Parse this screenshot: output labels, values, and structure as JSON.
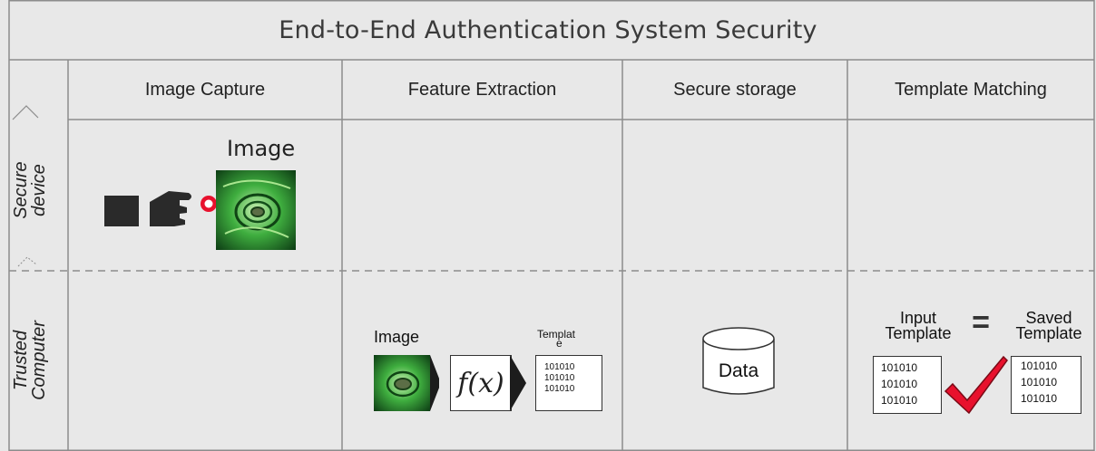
{
  "title": "End-to-End Authentication System Security",
  "columns": [
    "Image Capture",
    "Feature Extraction",
    "Secure storage",
    "Template Matching"
  ],
  "rows": {
    "secure_device": [
      "Secure",
      "device"
    ],
    "trusted_computer": [
      "Trusted",
      "Computer"
    ]
  },
  "capture": {
    "image_label": "Image"
  },
  "extraction": {
    "image_label": "Image",
    "function_label": "f(x)",
    "template_label": "Templat",
    "template_label_wrap": "e",
    "template_bits": [
      "101010",
      "101010",
      "101010"
    ]
  },
  "storage": {
    "data_label": "Data"
  },
  "matching": {
    "input_label": [
      "Input",
      "Template"
    ],
    "equals": "=",
    "saved_label": [
      "Saved",
      "Template"
    ],
    "input_bits": [
      "101010",
      "101010",
      "101010"
    ],
    "saved_bits": [
      "101010",
      "101010",
      "101010"
    ]
  },
  "colors": {
    "background": "#e8e8e8",
    "grid_line": "#8c8c8c",
    "fingerprint_green": "#3fae3f",
    "check_red": "#e8112d",
    "sensor_red": "#e8112d",
    "hand_dark": "#2a2a2a"
  }
}
